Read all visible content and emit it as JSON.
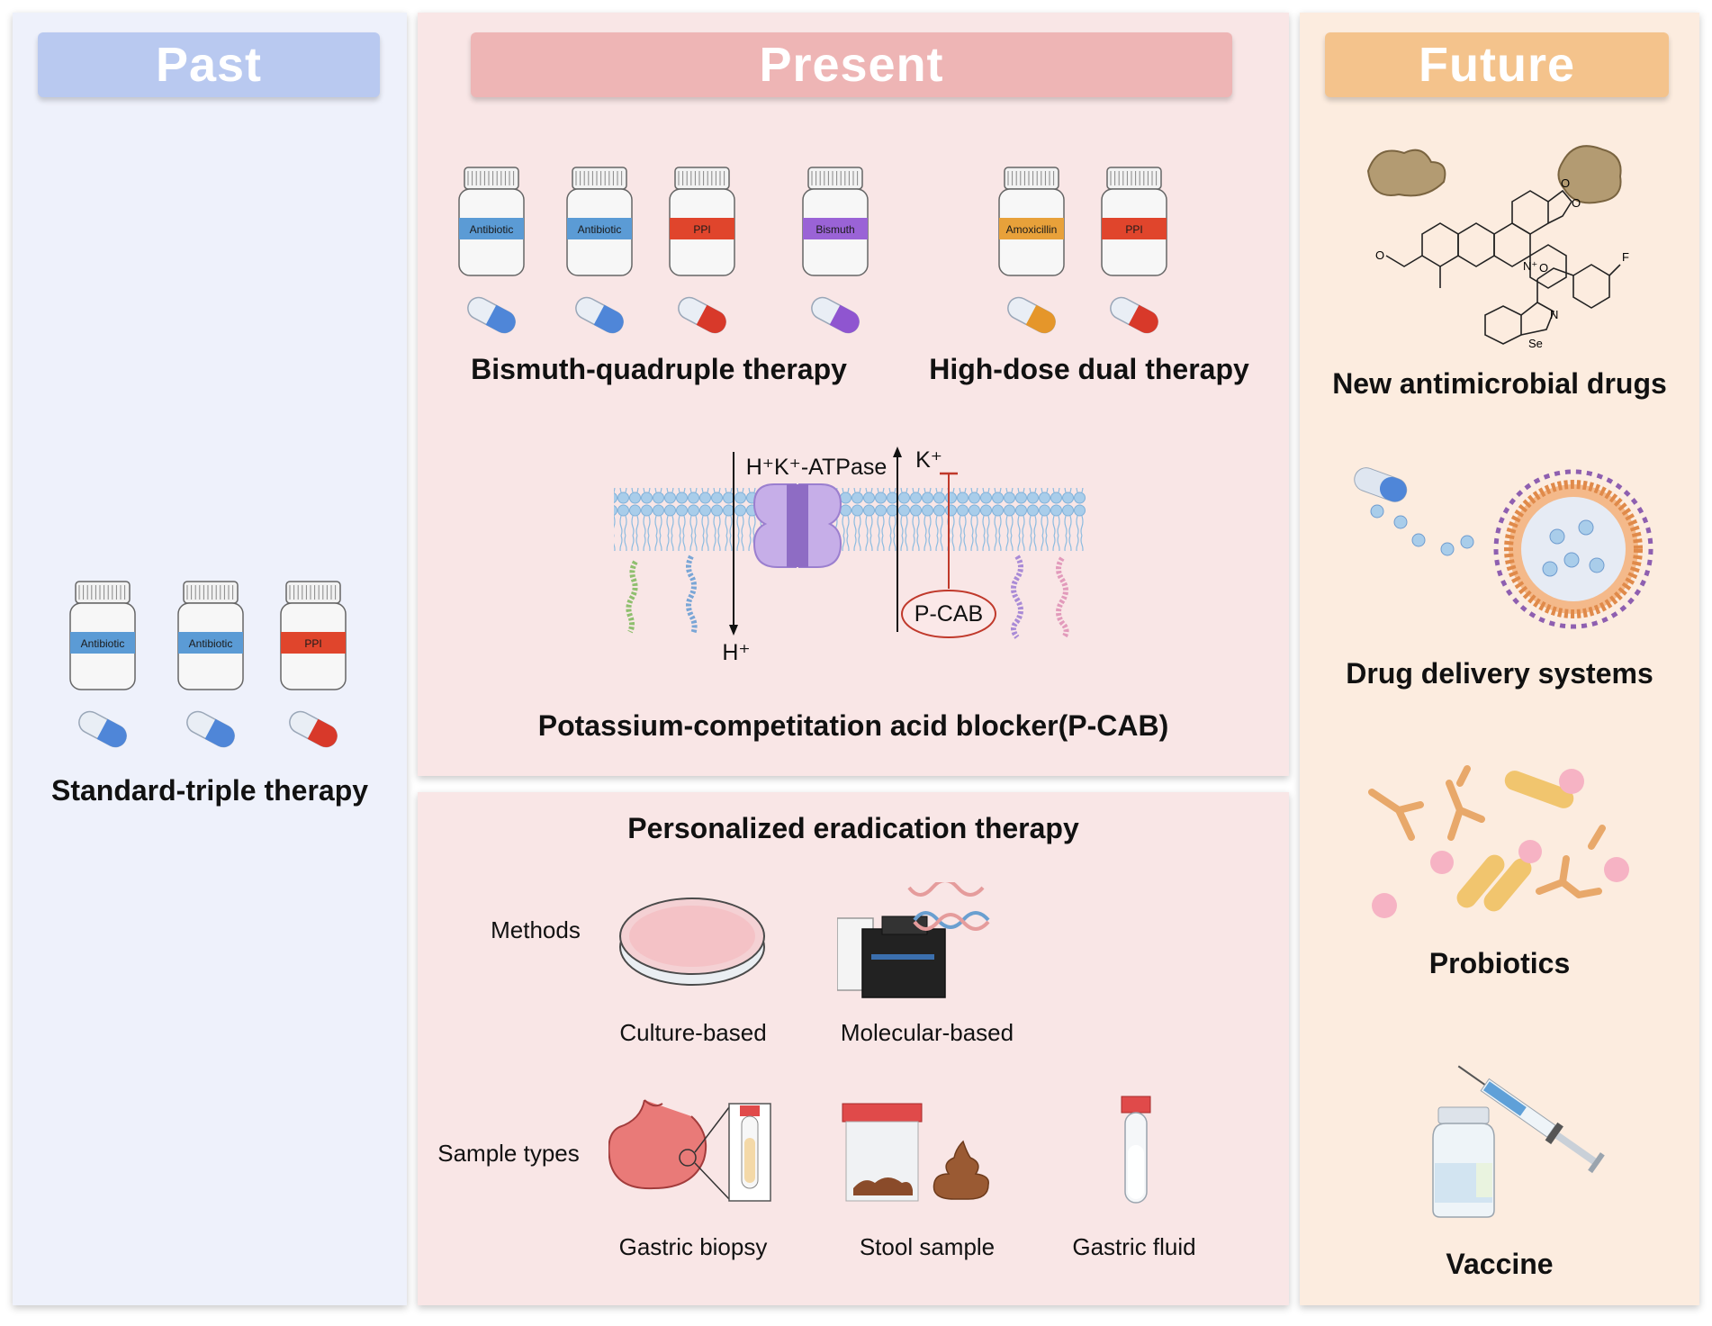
{
  "past": {
    "header": "Past",
    "therapy": "Standard-triple therapy",
    "bottles": [
      {
        "label": "Antibiotic",
        "color": "#5b9bd5",
        "capsule": "#4f86d8"
      },
      {
        "label": "Antibiotic",
        "color": "#5b9bd5",
        "capsule": "#4f86d8"
      },
      {
        "label": "PPI",
        "color": "#e0452c",
        "capsule": "#d8392a"
      }
    ]
  },
  "present": {
    "header": "Present",
    "quadruple": {
      "title": "Bismuth-quadruple therapy",
      "bottles": [
        {
          "label": "Antibiotic",
          "color": "#5b9bd5",
          "capsule": "#4f86d8"
        },
        {
          "label": "Antibiotic",
          "color": "#5b9bd5",
          "capsule": "#4f86d8"
        },
        {
          "label": "PPI",
          "color": "#e0452c",
          "capsule": "#d8392a"
        },
        {
          "label": "Bismuth",
          "color": "#9a63d6",
          "capsule": "#8f55d0"
        }
      ]
    },
    "dual": {
      "title": "High-dose dual therapy",
      "bottles": [
        {
          "label": "Amoxicillin",
          "color": "#e8a13a",
          "capsule": "#e5962a"
        },
        {
          "label": "PPI",
          "color": "#e0452c",
          "capsule": "#d8392a"
        }
      ]
    },
    "pcab": {
      "title": "Potassium-competitation acid blocker(P-CAB)",
      "pump_label": "H⁺K⁺-ATPase",
      "k_label": "K⁺",
      "h_label": "H⁺",
      "blocker_label": "P-CAB"
    },
    "personalized": {
      "title": "Personalized eradication therapy",
      "methods_label": "Methods",
      "culture": "Culture-based",
      "molecular": "Molecular-based",
      "sample_types_label": "Sample types",
      "gastric_biopsy": "Gastric biopsy",
      "stool_sample": "Stool sample",
      "gastric_fluid": "Gastric fluid"
    }
  },
  "future": {
    "header": "Future",
    "items": [
      "New antimicrobial drugs",
      "Drug delivery systems",
      "Probiotics",
      "Vaccine"
    ],
    "chem_labels": {
      "nitrogen": "N⁺",
      "n": "N",
      "se": "Se",
      "f": "F",
      "o": "O"
    }
  },
  "colors": {
    "past_bg": "#eef1fb",
    "past_header": "#b9c9f0",
    "present_bg": "#f9e6e6",
    "present_header": "#eeb5b5",
    "future_bg": "#fcecdf",
    "future_header": "#f4c38c"
  }
}
